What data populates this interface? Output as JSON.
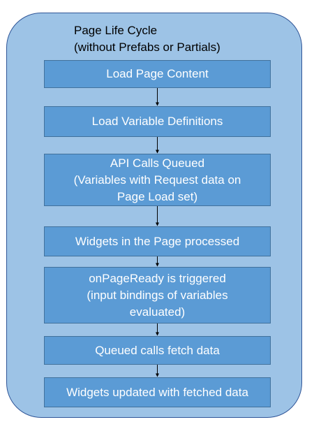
{
  "diagram": {
    "title": [
      "Page Life Cycle",
      "(without Prefabs or Partials)"
    ],
    "steps": [
      {
        "lines": [
          "Load Page Content"
        ]
      },
      {
        "lines": [
          "Load Variable Definitions"
        ]
      },
      {
        "lines": [
          "API Calls Queued",
          "(Variables with Request data on",
          "Page Load set)"
        ]
      },
      {
        "lines": [
          "Widgets in the Page processed"
        ]
      },
      {
        "lines": [
          "onPageReady is triggered",
          "(input bindings of variables",
          "evaluated)"
        ]
      },
      {
        "lines": [
          "Queued calls fetch data"
        ]
      },
      {
        "lines": [
          "Widgets updated with fetched data"
        ]
      }
    ],
    "colors": {
      "container_fill": "#9dc3e6",
      "container_border": "#2f5597",
      "step_fill": "#5b9bd5",
      "step_border": "#41719c",
      "arrow": "#000000"
    }
  }
}
